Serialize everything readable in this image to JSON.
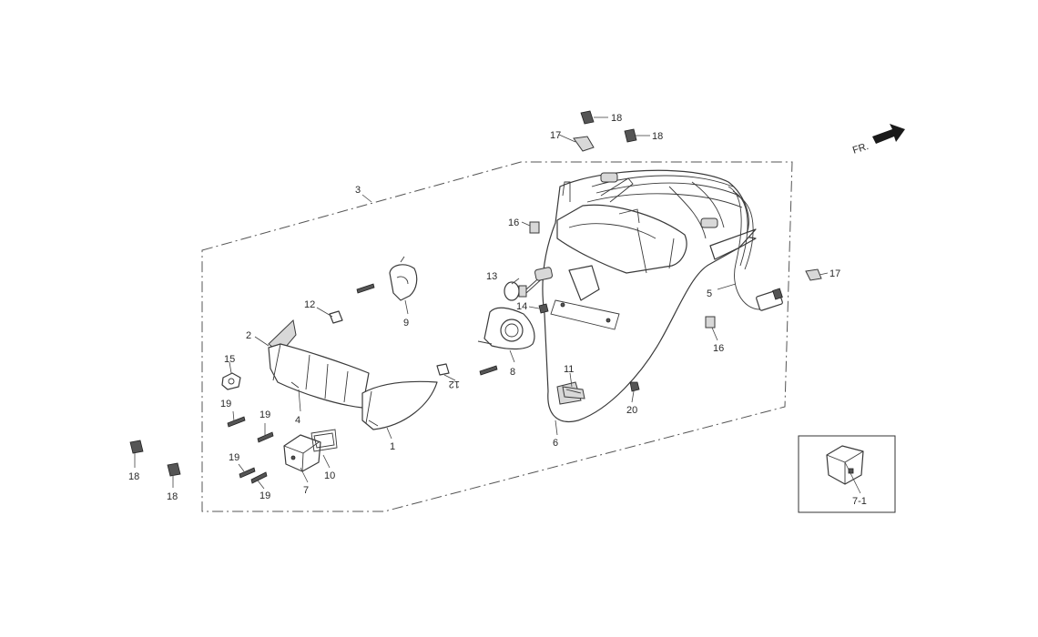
{
  "direction_label": "FR.",
  "inset_label": "7-1",
  "callouts": {
    "c1": "1",
    "c2": "2",
    "c3": "3",
    "c4": "4",
    "c5": "5",
    "c6": "6",
    "c7": "7",
    "c8": "8",
    "c9": "9",
    "c10": "10",
    "c11": "11",
    "c12a": "12",
    "c12b": "12",
    "c13": "13",
    "c14": "14",
    "c15": "15",
    "c16a": "16",
    "c16b": "16",
    "c17a": "17",
    "c17b": "17",
    "c18a": "18",
    "c18b": "18",
    "c18c": "18",
    "c18d": "18",
    "c19a": "19",
    "c19b": "19",
    "c19c": "19",
    "c19d": "19",
    "c20": "20"
  }
}
